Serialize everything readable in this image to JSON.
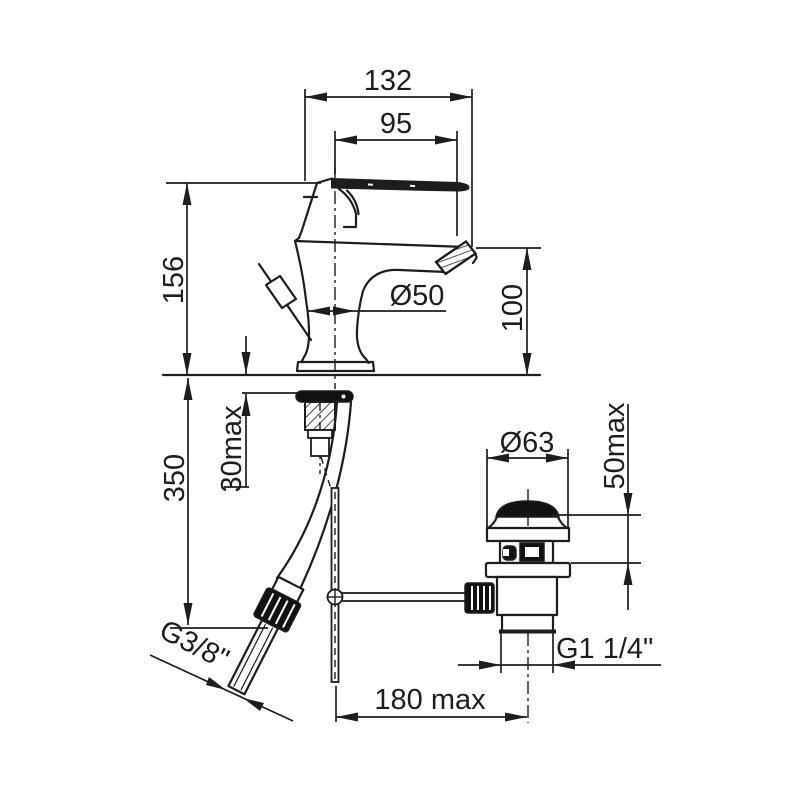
{
  "drawing": {
    "type": "technical-dimension-drawing",
    "subject": "single-lever basin mixer tap with pop-up waste, side elevation",
    "colors": {
      "background": "#ffffff",
      "line": "#1d1d1d",
      "fill": "#111111"
    },
    "dimensions": {
      "depth_132": {
        "label": "132"
      },
      "reach_95": {
        "label": "95"
      },
      "height_156": {
        "label": "156"
      },
      "dia_50": {
        "label": "Ø50"
      },
      "height_100": {
        "label": "100"
      },
      "deck_30max": {
        "label": "30max"
      },
      "hose_350": {
        "label": "350"
      },
      "dia_63": {
        "label": "Ø63"
      },
      "deck_50max": {
        "label": "50max"
      },
      "thread_g38": {
        "label": "G3/8\""
      },
      "thread_g114": {
        "label": "G1 1/4\""
      },
      "offset_180": {
        "label": "180 max"
      }
    }
  }
}
